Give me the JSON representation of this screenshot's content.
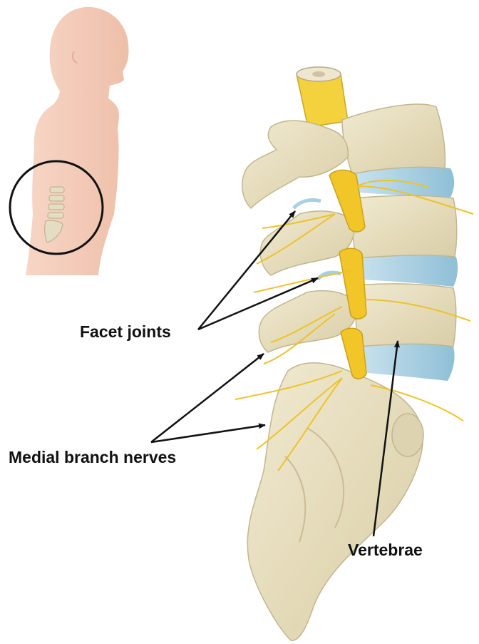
{
  "labels": {
    "facet_joints": "Facet joints",
    "medial_branch_nerves": "Medial branch nerves",
    "vertebrae": "Vertebrae"
  },
  "colors": {
    "skin": "#f2c9b5",
    "bone": "#e9e1c0",
    "bone_shadow": "#cfc49c",
    "disc": "#a9cfe0",
    "nerve": "#eec22a",
    "spinal_cord": "#f4d23e",
    "arrow": "#111111"
  }
}
